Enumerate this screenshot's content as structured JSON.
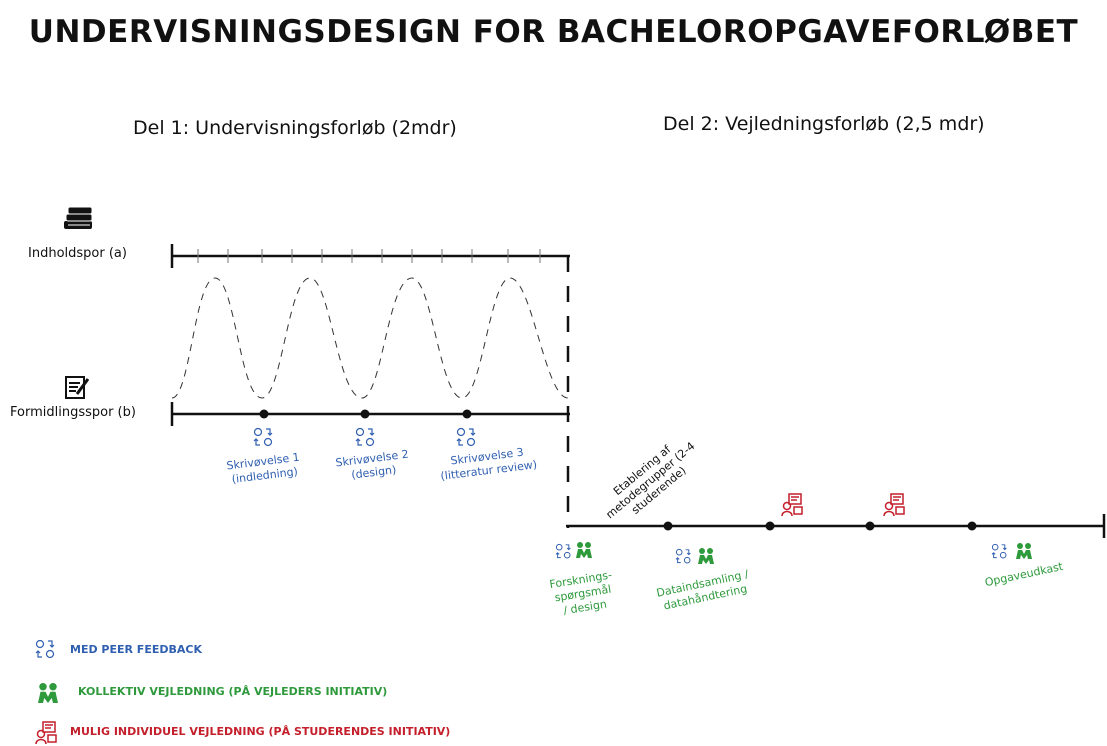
{
  "title": "UNDERVISNINGSDESIGN FOR BACHELOROPGAVEFORLØBET",
  "parts": {
    "part1": "Del 1: Undervisningsforløb (2mdr)",
    "part2": "Del 2: Vejledningsforløb (2,5 mdr)"
  },
  "tracks": {
    "content": "Indholdspor (a)",
    "communication": "Formidlingsspor (b)"
  },
  "writing_exercises": [
    {
      "line1": "Skrivøvelse 1",
      "line2": "(indledning)"
    },
    {
      "line1": "Skrivøvelse 2",
      "line2": "(design)"
    },
    {
      "line1": "Skrivøvelse 3",
      "line2": "(litteratur review)"
    }
  ],
  "method_groups": {
    "line1": "Etablering af",
    "line2": "metodegrupper (2-4",
    "line3": "studerende)"
  },
  "milestones": [
    {
      "line1": "Forsknings-",
      "line2": "spørgsmål",
      "line3": "/ design"
    },
    {
      "line1": "Dataindsamling /",
      "line2": "datahåndtering"
    },
    {
      "line1": "Opgaveudkast"
    }
  ],
  "legend": {
    "peer": "MED PEER FEEDBACK",
    "collective": "KOLLEKTIV VEJLEDNING (PÅ VEJLEDERS INITIATIV)",
    "individual": "MULIG INDIVIDUEL VEJLEDNING (PÅ STUDERENDES INITIATIV)"
  },
  "colors": {
    "blue": "#2f5fb0",
    "green": "#2e9a3c",
    "red": "#c41f2b",
    "black": "#111111"
  }
}
